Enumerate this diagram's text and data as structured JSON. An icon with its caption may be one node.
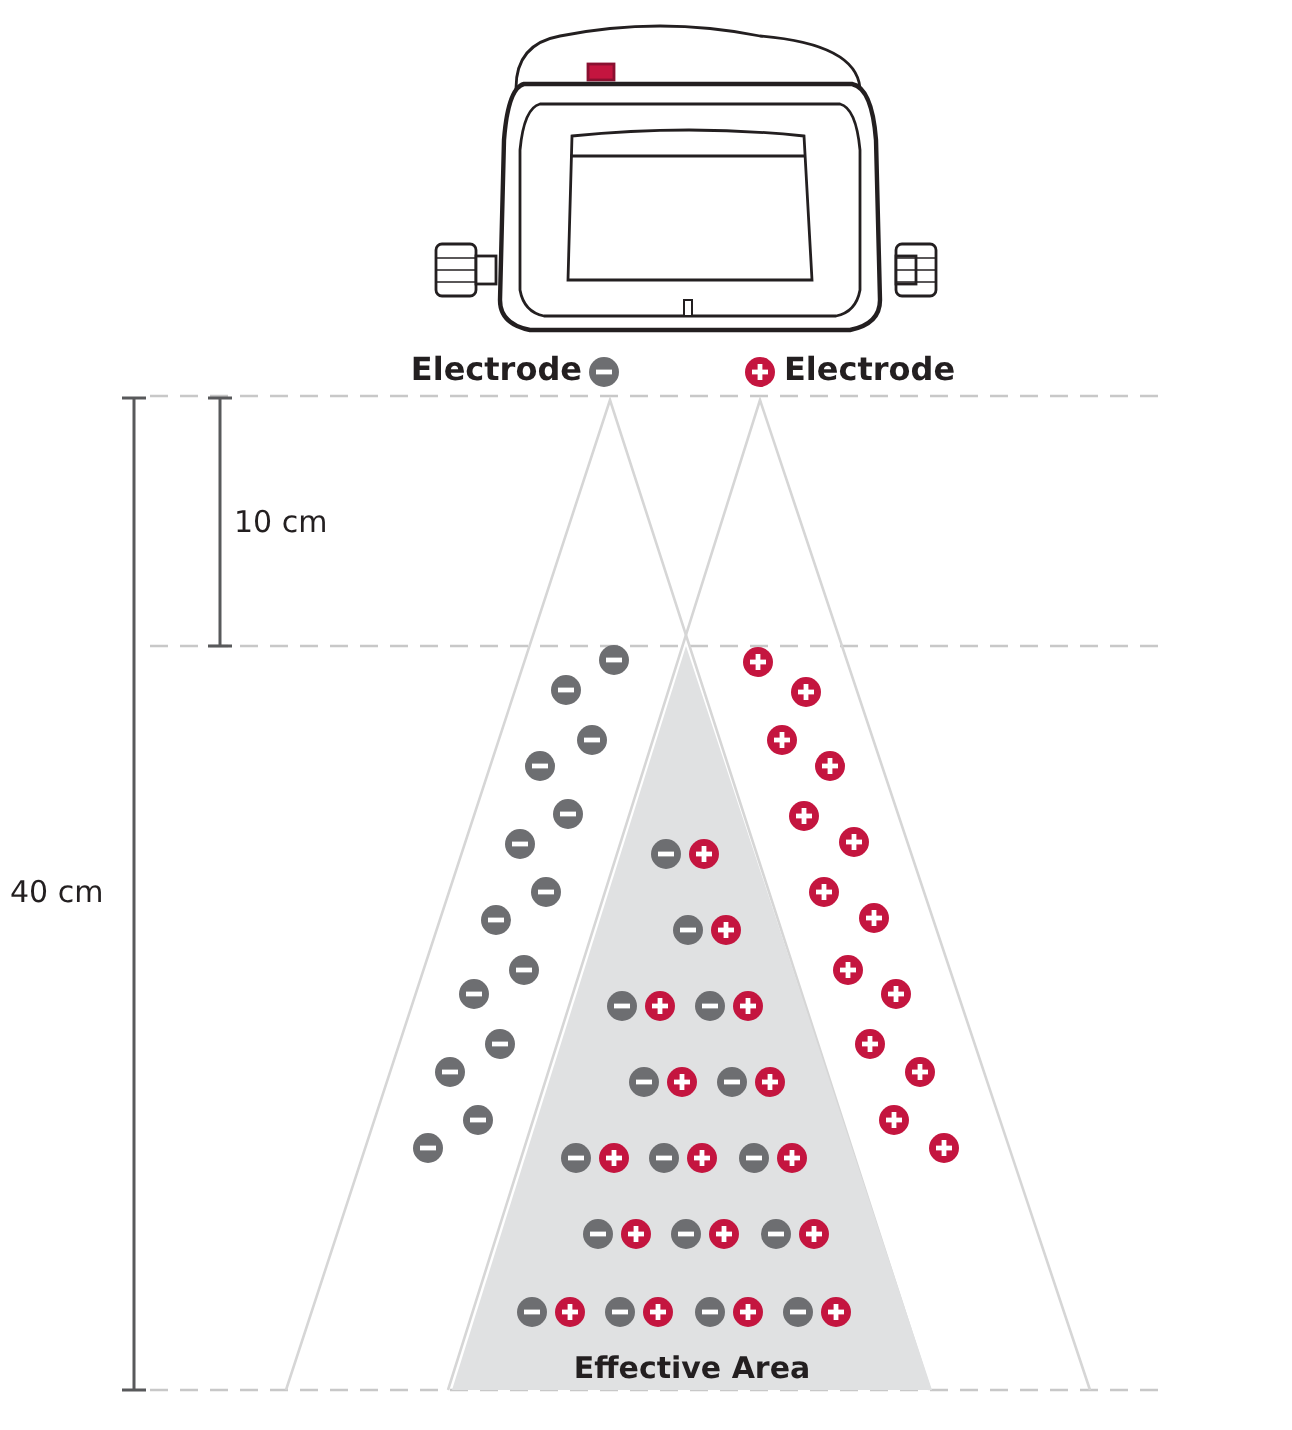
{
  "diagram": {
    "nodes": [
      {
        "text": [
          "Effective Area"
        ]
      }
    ],
    "labels": [
      "Electrode",
      "Electrode",
      "10 cm",
      "40 cm"
    ]
  }
}
